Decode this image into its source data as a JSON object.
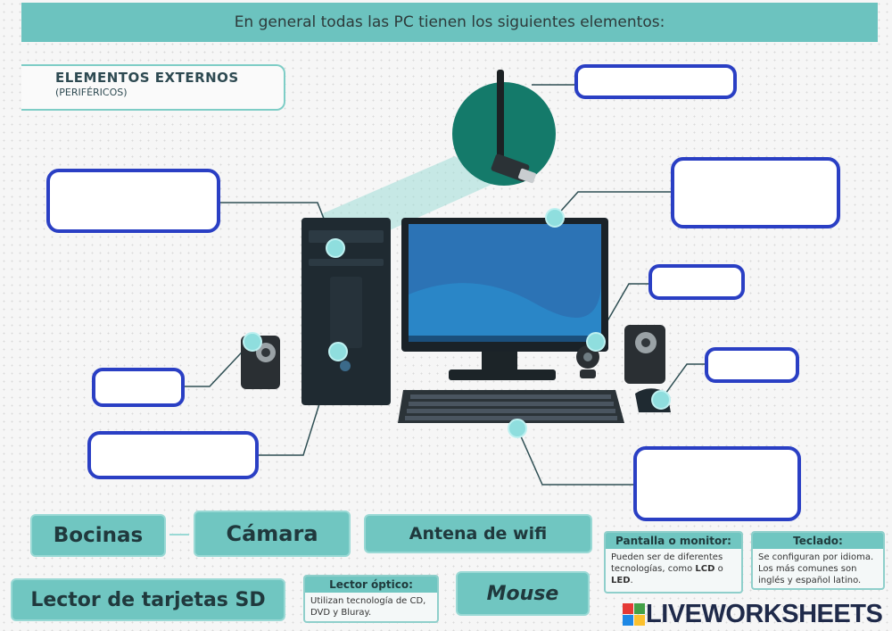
{
  "header": {
    "title": "En general todas las PC tienen los siguientes elementos:"
  },
  "section": {
    "title": "ELEMENTOS EXTERNOS",
    "subtitle": "(PERIFÉRICOS)"
  },
  "chips": {
    "bocinas": "Bocinas",
    "camara": "Cámara",
    "antena": "Antena de wifi",
    "lector_sd": "Lector de tarjetas SD",
    "mouse": "Mouse"
  },
  "info_cards": {
    "pantalla": {
      "title": "Pantalla o monitor:",
      "text_pre": "Pueden ser de diferentes tecnologías, como ",
      "lcd": "LCD",
      "text_mid": " o ",
      "led": "LED",
      "text_post": "."
    },
    "teclado": {
      "title": "Teclado:",
      "text": "Se configuran por idioma. Los más comunes son inglés y español latino."
    },
    "lector_optico": {
      "title": "Lector óptico:",
      "text": "Utilizan tecnología de CD, DVD y Bluray."
    }
  },
  "brand": {
    "name": "LIVEWORKSHEETS"
  },
  "colors": {
    "teal": "#6cc3bf",
    "answer_border": "#2a3fc4",
    "dot": "#8fdede"
  }
}
